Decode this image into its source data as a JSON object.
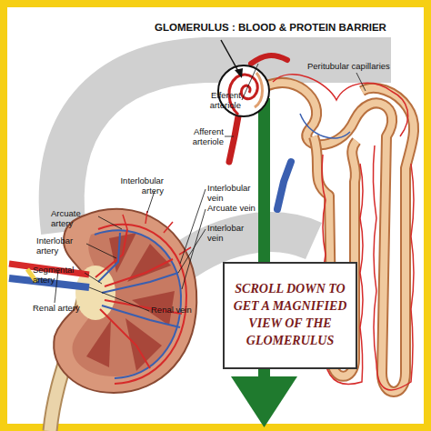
{
  "diagram": {
    "title": "GLOMERULUS : BLOOD & PROTEIN BARRIER",
    "nodes": [
      {
        "text": [
          "SCROLL DOWN TO GET A MAGNIFIED VIEW OF THE GLOMERULUS"
        ]
      }
    ],
    "labels": [
      "Peritubular capillaries",
      "Efferent arteriole",
      "Afferent arteriole",
      "Interlobular artery",
      "Arcuate artery",
      "Interlobar artery",
      "Segmental artery",
      "Renal artery",
      "Interlobular vein",
      "Arcuate vein",
      "Interlobar vein",
      "Renal vein"
    ]
  }
}
